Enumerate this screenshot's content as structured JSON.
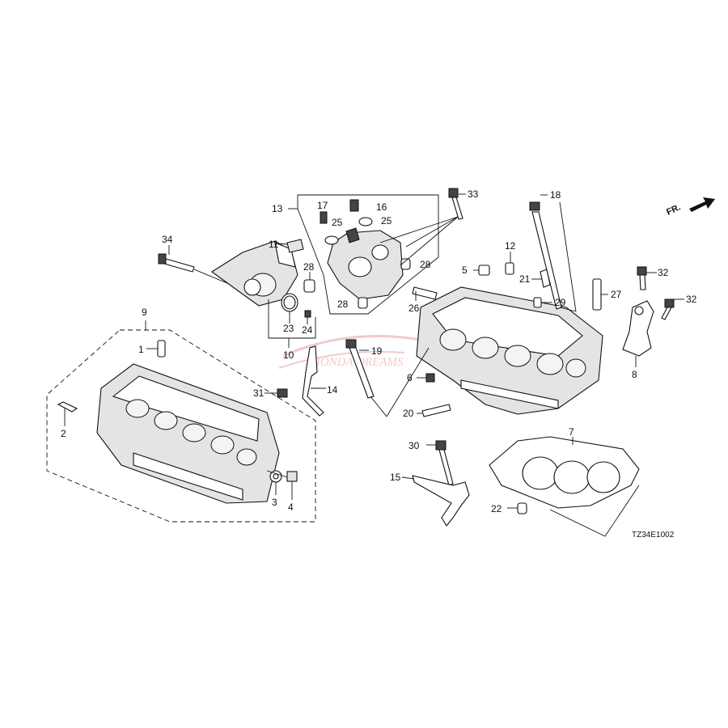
{
  "diagram": {
    "code": "TZ34E1002",
    "direction_label": "FR.",
    "watermark": "HONDA DREAMS",
    "colors": {
      "ink": "#111111",
      "watermark": "#e8a0a0"
    },
    "callouts": [
      "1",
      "2",
      "3",
      "4",
      "5",
      "6",
      "7",
      "8",
      "9",
      "10",
      "11",
      "12",
      "13",
      "14",
      "15",
      "16",
      "17",
      "18",
      "19",
      "20",
      "21",
      "22",
      "23",
      "24",
      "25",
      "25",
      "26",
      "27",
      "28",
      "28",
      "29",
      "30",
      "31",
      "32",
      "32",
      "33",
      "34"
    ]
  }
}
